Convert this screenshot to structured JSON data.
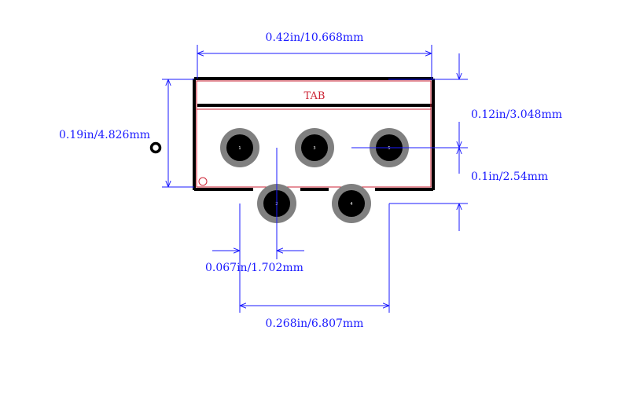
{
  "colors": {
    "dimension": "#1a1aff",
    "outline": "#000000",
    "silkscreen": "#cc2233",
    "pad_ring": "#808080",
    "pad_hole": "#000000"
  },
  "tab_label": "TAB",
  "dimensions": {
    "overall_width": "0.42in/10.668mm",
    "overall_height": "0.19in/4.826mm",
    "tab_offset": "0.12in/3.048mm",
    "row_pitch": "0.1in/2.54mm",
    "pad_spacing": "0.067in/1.702mm",
    "lead_span": "0.268in/6.807mm"
  },
  "pads": [
    {
      "number": "1"
    },
    {
      "number": "3"
    },
    {
      "number": "5"
    },
    {
      "number": "2"
    },
    {
      "number": "4"
    }
  ]
}
